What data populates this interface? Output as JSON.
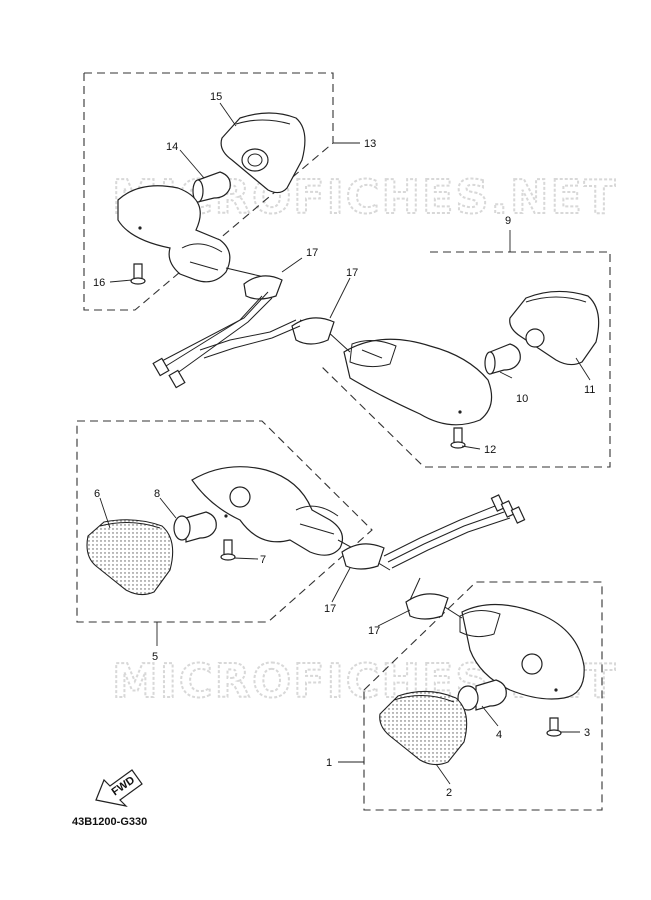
{
  "diagram": {
    "watermark": "MICROFICHES.NET",
    "code": "43B1200-G330",
    "fwd_label": "FWD",
    "callouts": {
      "n1": "1",
      "n2": "2",
      "n3": "3",
      "n4": "4",
      "n5": "5",
      "n6": "6",
      "n7": "7",
      "n8": "8",
      "n9": "9",
      "n10": "10",
      "n11": "11",
      "n12": "12",
      "n13": "13",
      "n14": "14",
      "n15": "15",
      "n16": "16",
      "n17a": "17",
      "n17b": "17",
      "n17c": "17",
      "n17d": "17"
    }
  }
}
